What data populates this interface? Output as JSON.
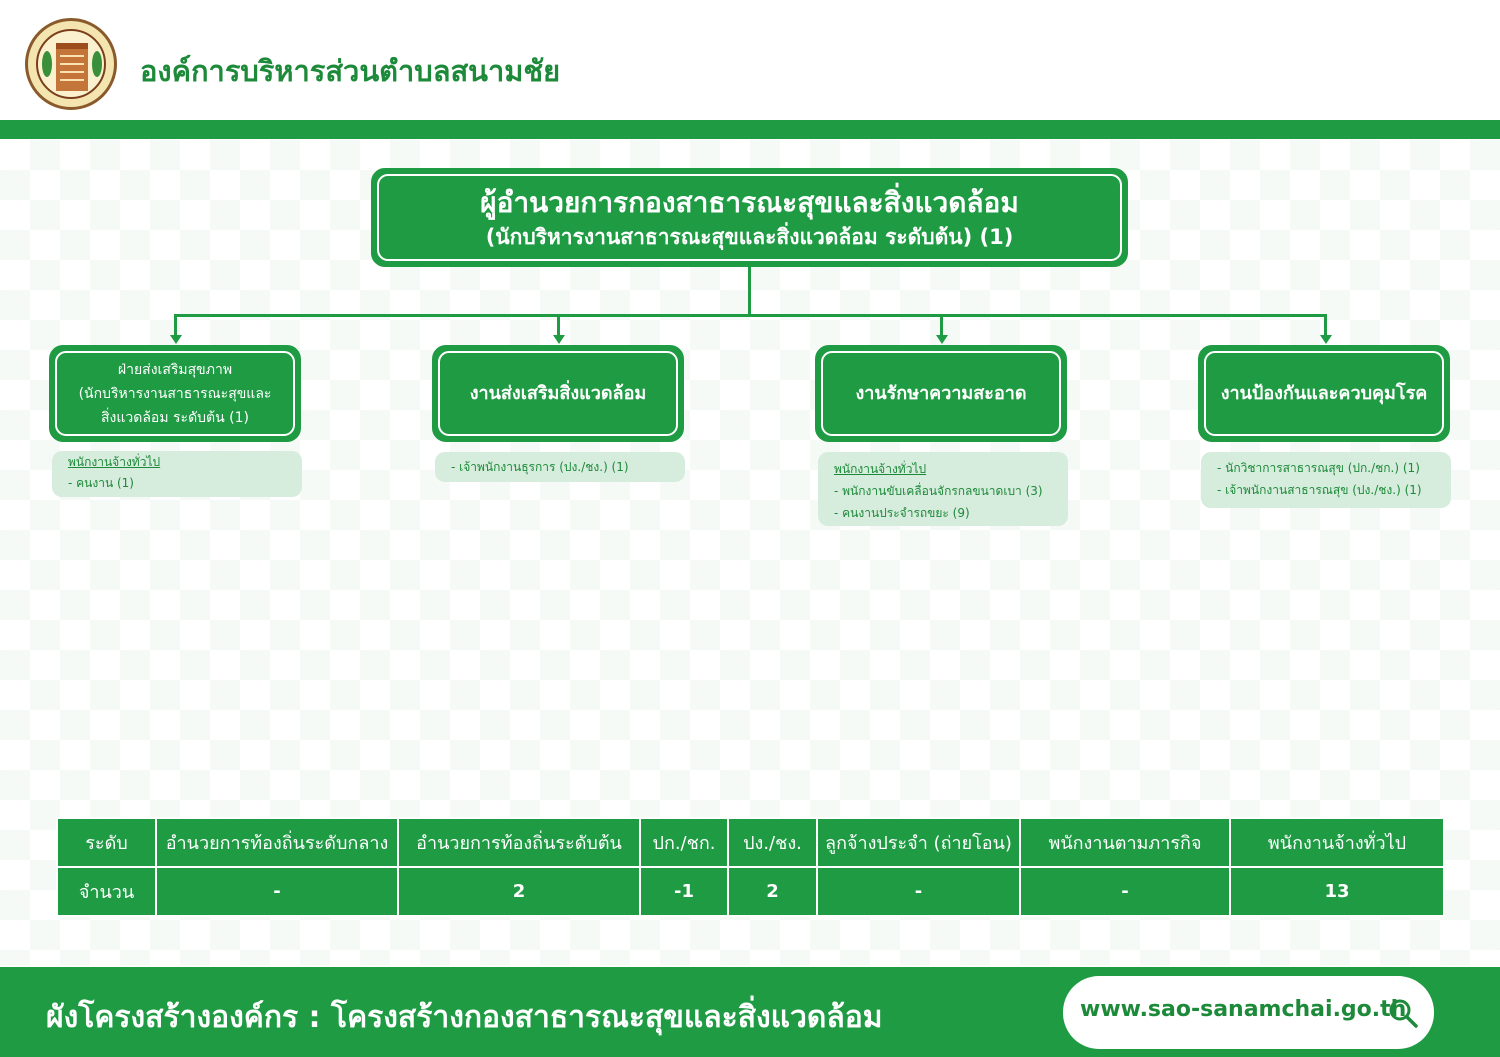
{
  "header": {
    "org_name": "องค์การบริหารส่วนตำบลสนามชัย"
  },
  "top_box": {
    "line1": "ผู้อำนวยการกองสาธารณะสุขและสิ่งแวดล้อม",
    "line2": "(นักบริหารงานสาธารณะสุขและสิ่งแวดล้อม ระดับต้น) (1)"
  },
  "units": [
    {
      "lines": [
        "ฝ่ายส่งเสริมสุขภาพ",
        "(นักบริหารงานสาธารณะสุขและ",
        "สิ่งแวดล้อม ระดับต้น (1)"
      ],
      "note_heading": "พนักงานจ้างทั่วไป",
      "note_items": [
        "- คนงาน (1)"
      ]
    },
    {
      "lines": [
        "งานส่งเสริมสิ่งแวดล้อม"
      ],
      "note_heading": "",
      "note_items": [
        "- เจ้าพนักงานธุรการ (ปง./ชง.) (1)"
      ]
    },
    {
      "lines": [
        "งานรักษาความสะอาด"
      ],
      "note_heading": "พนักงานจ้างทั่วไป",
      "note_items": [
        "- พนักงานขับเคลื่อนจักรกลขนาดเบา (3)",
        "- คนงานประจำรถขยะ (9)"
      ]
    },
    {
      "lines": [
        "งานป้องกันและควบคุมโรค"
      ],
      "note_heading": "",
      "note_items": [
        "- นักวิชาการสาธารณสุข (ปก./ชก.) (1)",
        "- เจ้าพนักงานสาธารณสุข (ปง./ชง.) (1)"
      ]
    }
  ],
  "summary_table": {
    "headers": [
      "ระดับ",
      "อำนวยการท้องถิ่นระดับกลาง",
      "อำนวยการท้องถิ่นระดับต้น",
      "ปก./ชก.",
      "ปง./ชง.",
      "ลูกจ้างประจำ (ถ่ายโอน)",
      "พนักงานตามภารกิจ",
      "พนักงานจ้างทั่วไป"
    ],
    "values": [
      "จำนวน",
      "-",
      "2",
      "-1",
      "2",
      "-",
      "-",
      "13"
    ]
  },
  "footer": {
    "title": "ผังโครงสร้างองค์กร : โครงสร้างกองสาธารณะสุขและสิ่งแวดล้อม",
    "url": "www.sao-sanamchai.go.th"
  },
  "colors": {
    "primary_green": "#1e9b43",
    "light_green": "#d6ecdc",
    "text_green": "#1d8a3a"
  },
  "icons": {
    "search": "search-icon",
    "logo": "organization-seal-logo"
  }
}
